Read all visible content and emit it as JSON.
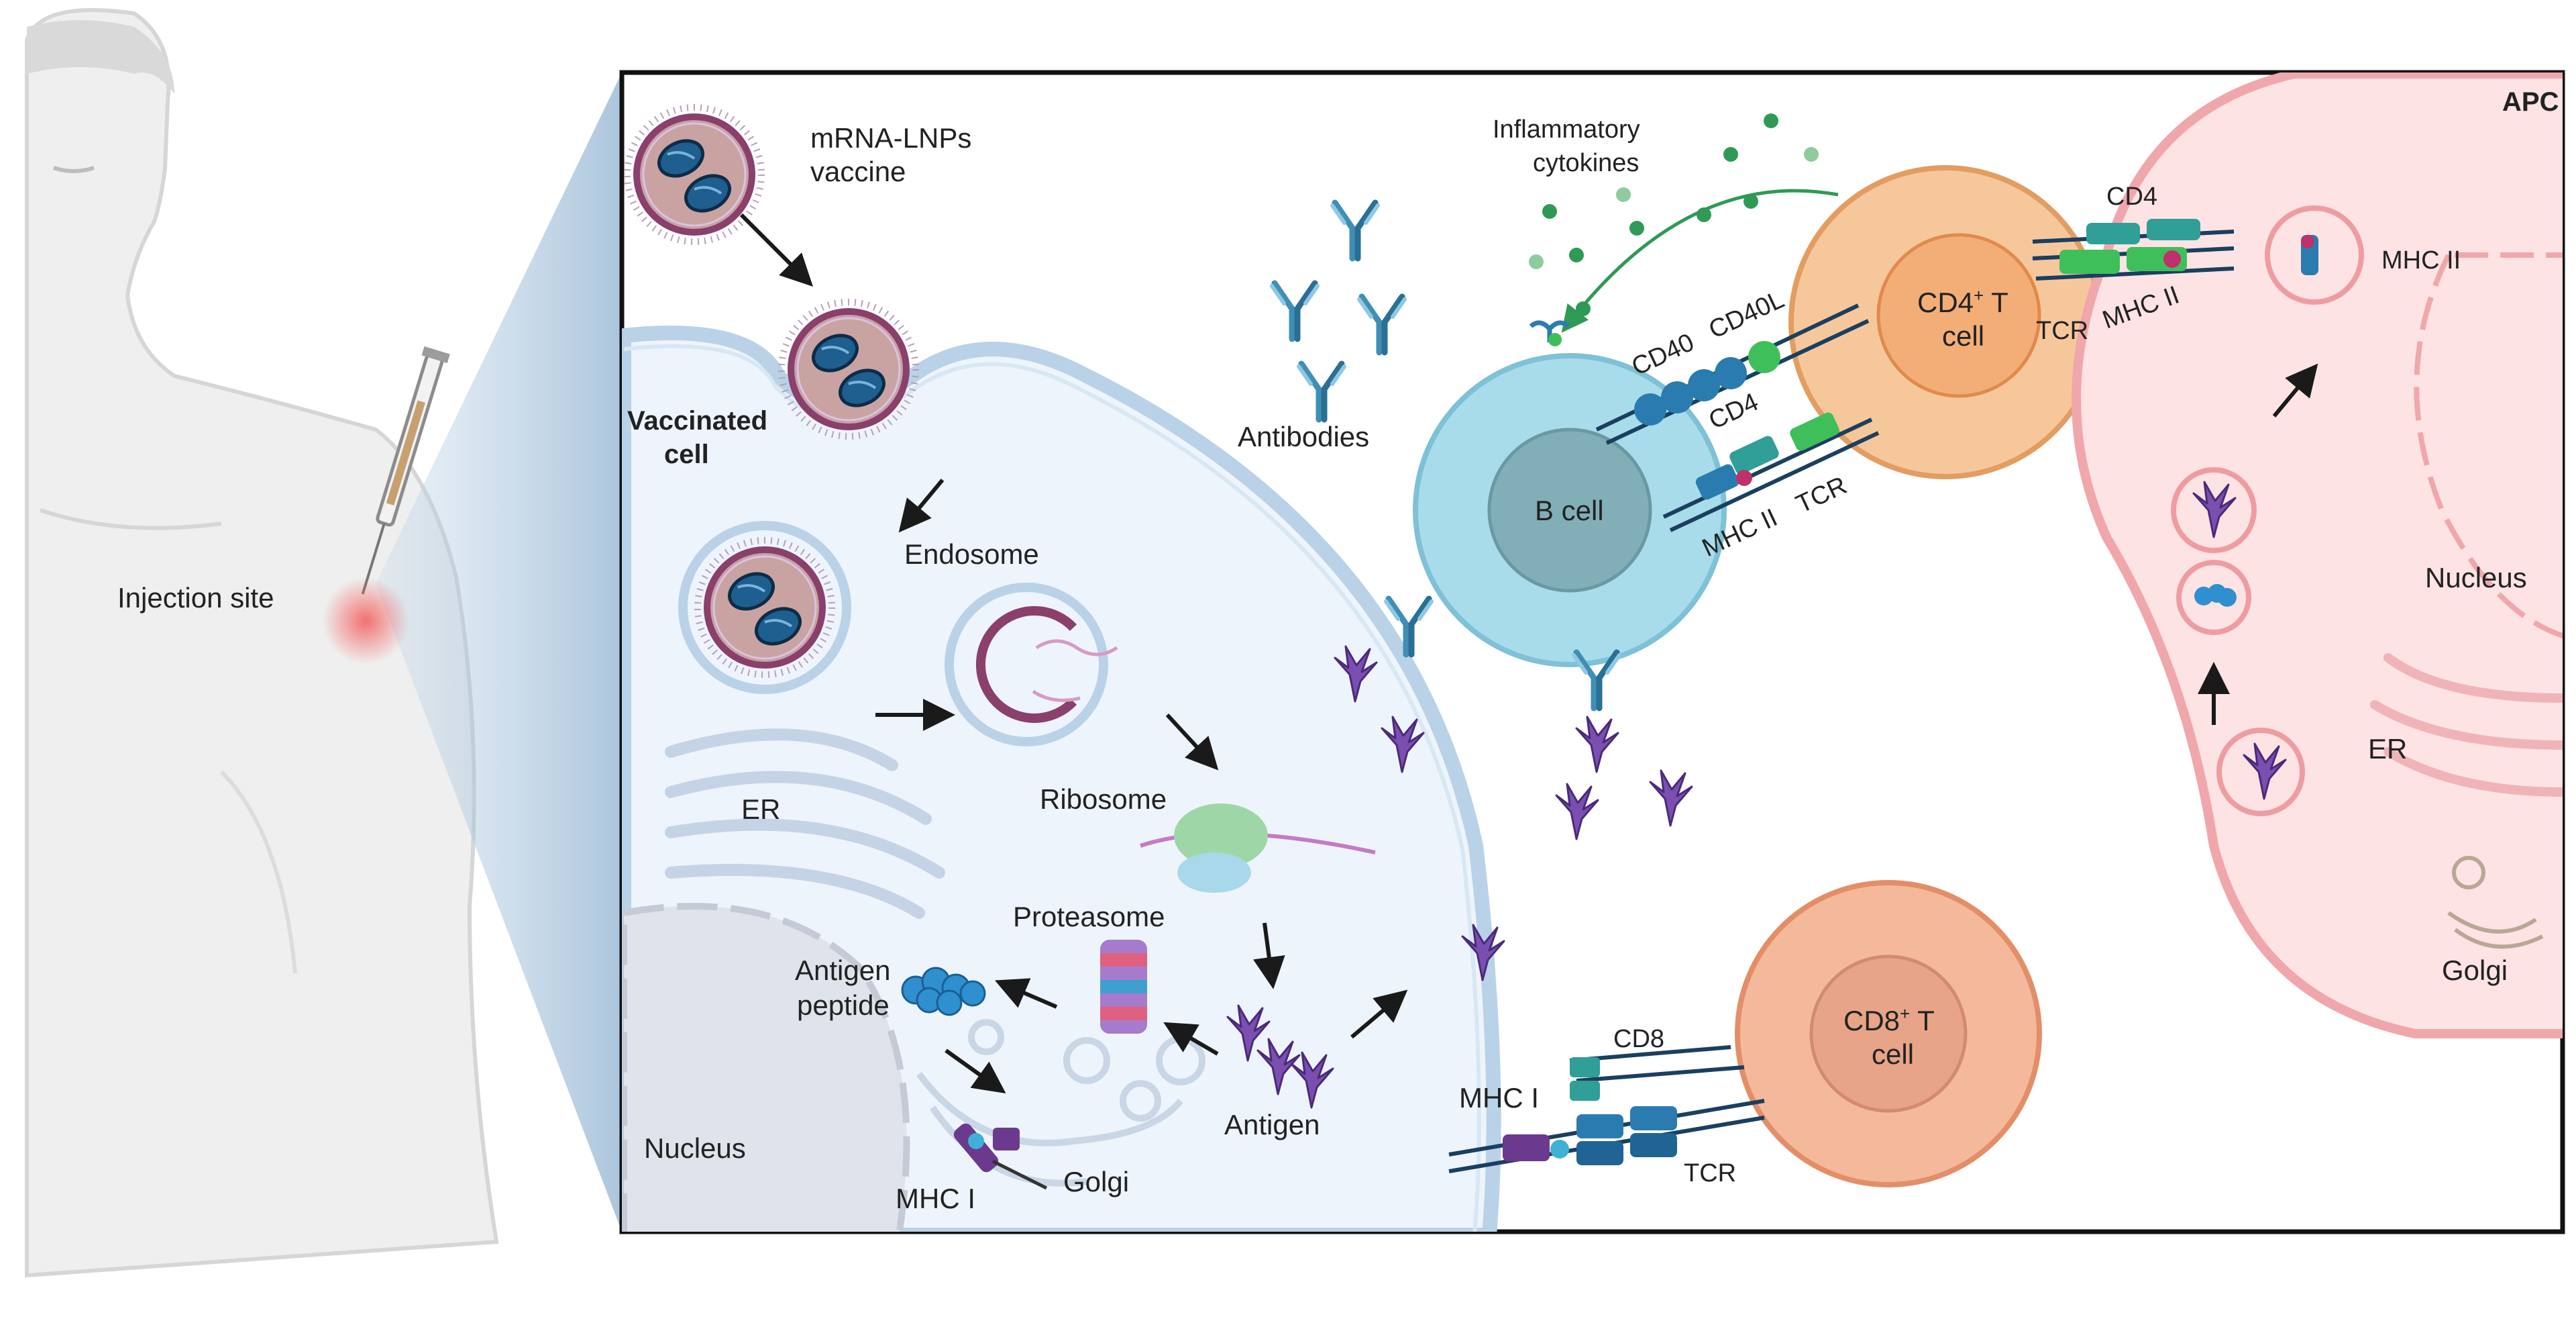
{
  "labels": {
    "injection_site": "Injection site",
    "vaccine_line1": "mRNA-LNPs",
    "vaccine_line2": "vaccine",
    "vaccinated_cell_line1": "Vaccinated",
    "vaccinated_cell_line2": "cell",
    "endosome": "Endosome",
    "er_left": "ER",
    "ribosome": "Ribosome",
    "proteasome": "Proteasome",
    "antigen_peptide_line1": "Antigen",
    "antigen_peptide_line2": "peptide",
    "nucleus_left": "Nucleus",
    "mhc1_left": "MHC I",
    "golgi_left": "Golgi",
    "antigen": "Antigen",
    "antibodies": "Antibodies",
    "inflammatory_line1": "Inflammatory",
    "inflammatory_line2": "cytokines",
    "b_cell": "B cell",
    "cd40": "CD40",
    "cd40l": "CD40L",
    "cd4_b": "CD4",
    "mhc2_b": "MHC II",
    "tcr_b": "TCR",
    "cd4t_line1": "CD4",
    "cd4t_sup": "+",
    "cd4t_line1_tail": " T",
    "cd4t_line2": "cell",
    "cd4_apc": "CD4",
    "tcr_apc": "TCR",
    "mhc2_apc": "MHC II",
    "mhc2_vesicle": "MHC II",
    "apc": "APC",
    "nucleus_right": "Nucleus",
    "er_right": "ER",
    "golgi_right": "Golgi",
    "cd8": "CD8",
    "mhc1_right": "MHC I",
    "tcr_cd8": "TCR",
    "cd8t_line1": "CD8",
    "cd8t_sup": "+",
    "cd8t_line1_tail": " T",
    "cd8t_line2": "cell"
  },
  "colors": {
    "panel_border": "#111111",
    "cell_fill": "#eef4fb",
    "cell_membrane": "#b9d2e8",
    "lnp_core": "#c9a3a1",
    "lnp_shell": "#8a3f6c",
    "mrna_blob": "#1f5f8f",
    "antigen_purple": "#7b4fb0",
    "antibody_blue": "#3f8fb5",
    "b_cell": "#a9dcea",
    "cd4_cell": "#f7c79c",
    "cd8_cell": "#f3b99a",
    "apc_fill": "#fde3e4",
    "apc_membrane": "#f0a7ab",
    "cytokine_green": "#2f9a55",
    "receptor_blue": "#2a7cb0",
    "receptor_teal": "#2f9f98",
    "receptor_green": "#3fbf5a",
    "mhc_purple": "#6b3a8f",
    "injection_red": "#f06060"
  }
}
